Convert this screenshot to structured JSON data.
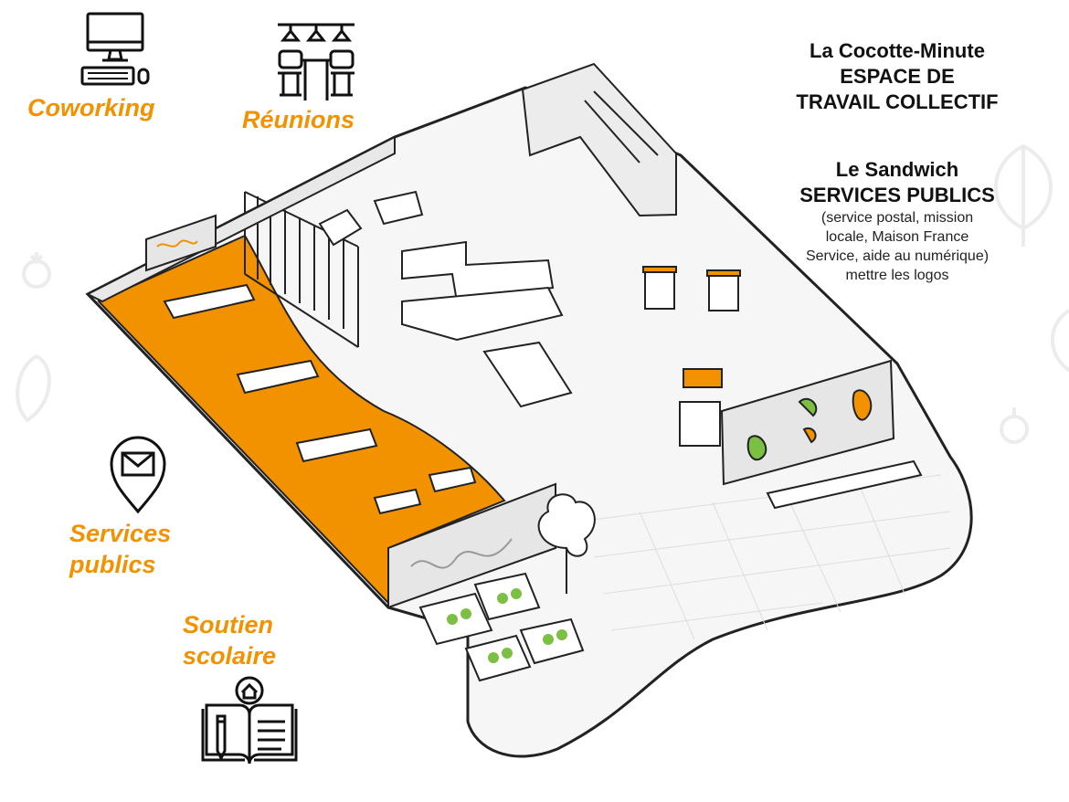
{
  "labels": {
    "coworking": "Coworking",
    "reunions": "Réunions",
    "services_line1": "Services",
    "services_line2": "publics",
    "soutien_line1": "Soutien",
    "soutien_line2": "scolaire"
  },
  "info": {
    "cocotte_name": "La Cocotte-Minute",
    "cocotte_line1": "ESPACE DE",
    "cocotte_line2": "TRAVAIL COLLECTIF",
    "sandwich_name": "Le Sandwich",
    "sandwich_title": "SERVICES PUBLICS",
    "sandwich_desc_1": "(service postal, mission",
    "sandwich_desc_2": "locale, Maison France",
    "sandwich_desc_3": "Service, aide au numérique)",
    "sandwich_desc_4": "mettre les logos"
  },
  "colors": {
    "accent": "#f39200",
    "ink": "#111111",
    "wall": "#e6e6e6",
    "floor": "#f7f7f7"
  },
  "icons": [
    "computer-icon",
    "meeting-room-icon",
    "mail-pin-icon",
    "book-house-icon"
  ]
}
